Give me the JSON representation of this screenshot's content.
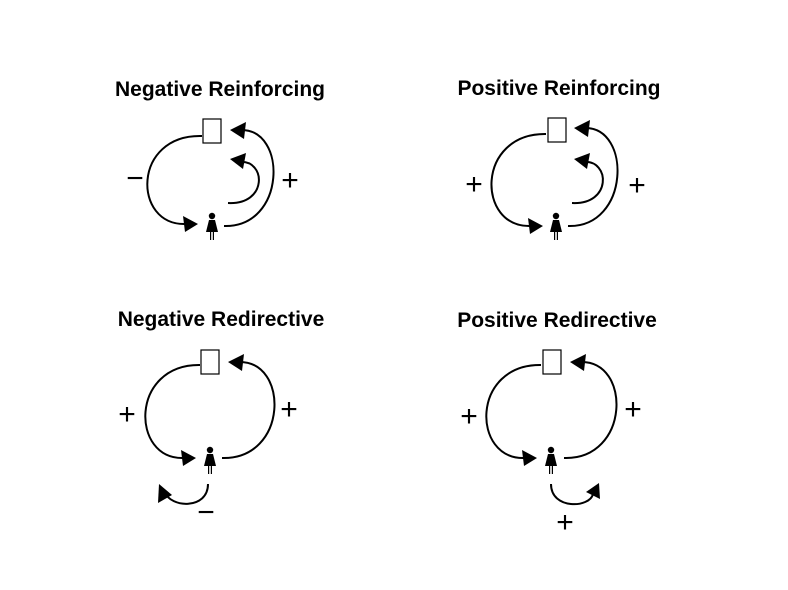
{
  "diagrams": [
    {
      "title": "Negative Reinforcing",
      "left_sign": "−",
      "right_sign": "+",
      "person_arrow": "inner-up"
    },
    {
      "title": "Positive Reinforcing",
      "left_sign": "+",
      "right_sign": "+",
      "person_arrow": "inner-up"
    },
    {
      "title": "Negative Redirective",
      "left_sign": "+",
      "right_sign": "+",
      "person_arrow": "below-left",
      "bottom_sign": "−"
    },
    {
      "title": "Positive Redirective",
      "left_sign": "+",
      "right_sign": "+",
      "person_arrow": "below-right",
      "bottom_sign": "+"
    }
  ],
  "icons": {
    "node_top": "rectangle-icon",
    "node_bottom": "person-icon"
  },
  "colors": {
    "ink": "#000000",
    "background": "#ffffff"
  }
}
